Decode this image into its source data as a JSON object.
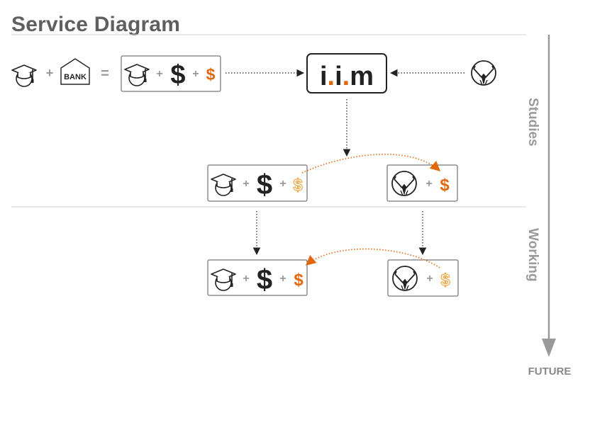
{
  "title": "Service Diagram",
  "equation": {
    "plus": "+",
    "equals": "=",
    "bank_label": "BANK"
  },
  "logo": {
    "text_i1": "i",
    "dot1": ".",
    "text_i2": "i",
    "dot2": ".",
    "text_m": "m"
  },
  "symbols": {
    "dollar": "$",
    "plus": "+"
  },
  "timeline": {
    "studies_label": "Studies",
    "working_label": "Working",
    "future_label": "FUTURE"
  },
  "icons": [
    "graduate-icon",
    "bank-icon",
    "employer-icon",
    "dollar-icon"
  ],
  "colors": {
    "accent_orange": "#e2680f",
    "light_orange": "#f0a23a",
    "gray": "#999999",
    "dark": "#222222"
  }
}
